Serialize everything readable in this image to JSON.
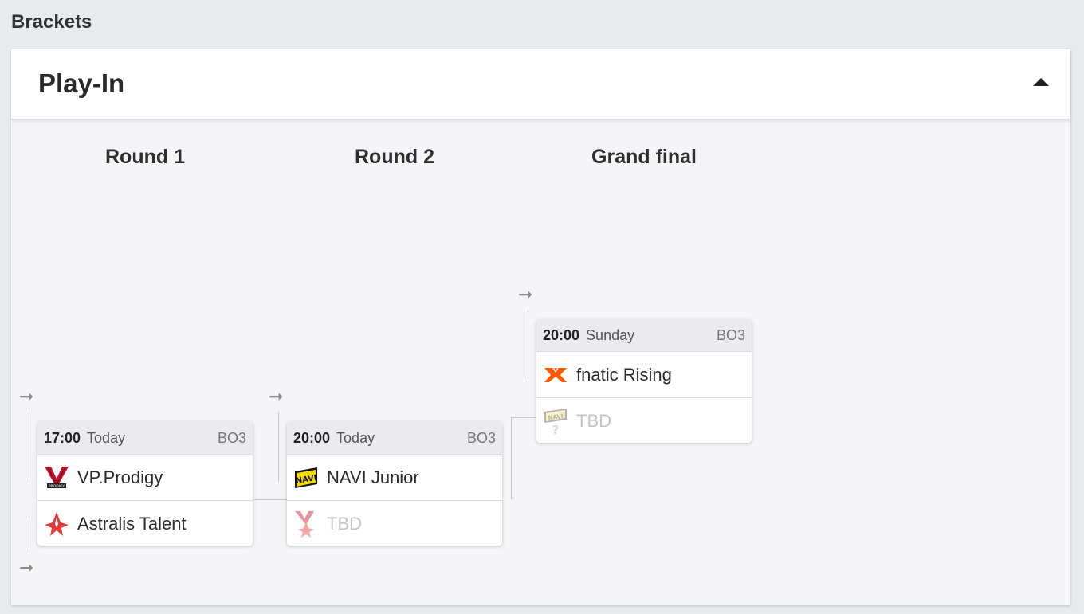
{
  "section_title": "Brackets",
  "panel": {
    "title": "Play-In",
    "collapse_icon": "caret-up-icon"
  },
  "rounds": [
    "Round 1",
    "Round 2",
    "Grand final"
  ],
  "colors": {
    "vp_red": "#c8102e",
    "astralis_red": "#e03c3c",
    "navi_yellow": "#f5d800",
    "fnatic_orange": "#ff5900"
  },
  "matches": [
    {
      "time": "17:00",
      "day": "Today",
      "format": "BO3",
      "team1": {
        "name": "VP.Prodigy",
        "logo": "vp-prodigy-logo"
      },
      "team2": {
        "name": "Astralis Talent",
        "logo": "astralis-logo"
      }
    },
    {
      "time": "20:00",
      "day": "Today",
      "format": "BO3",
      "team1": {
        "name": "NAVI Junior",
        "logo": "navi-logo"
      },
      "team2": {
        "name": "TBD",
        "logo": "vp-astralis-tbd-logo"
      }
    },
    {
      "time": "20:00",
      "day": "Sunday",
      "format": "BO3",
      "team1": {
        "name": "fnatic Rising",
        "logo": "fnatic-logo"
      },
      "team2": {
        "name": "TBD",
        "logo": "navi-unknown-tbd-logo"
      }
    }
  ]
}
